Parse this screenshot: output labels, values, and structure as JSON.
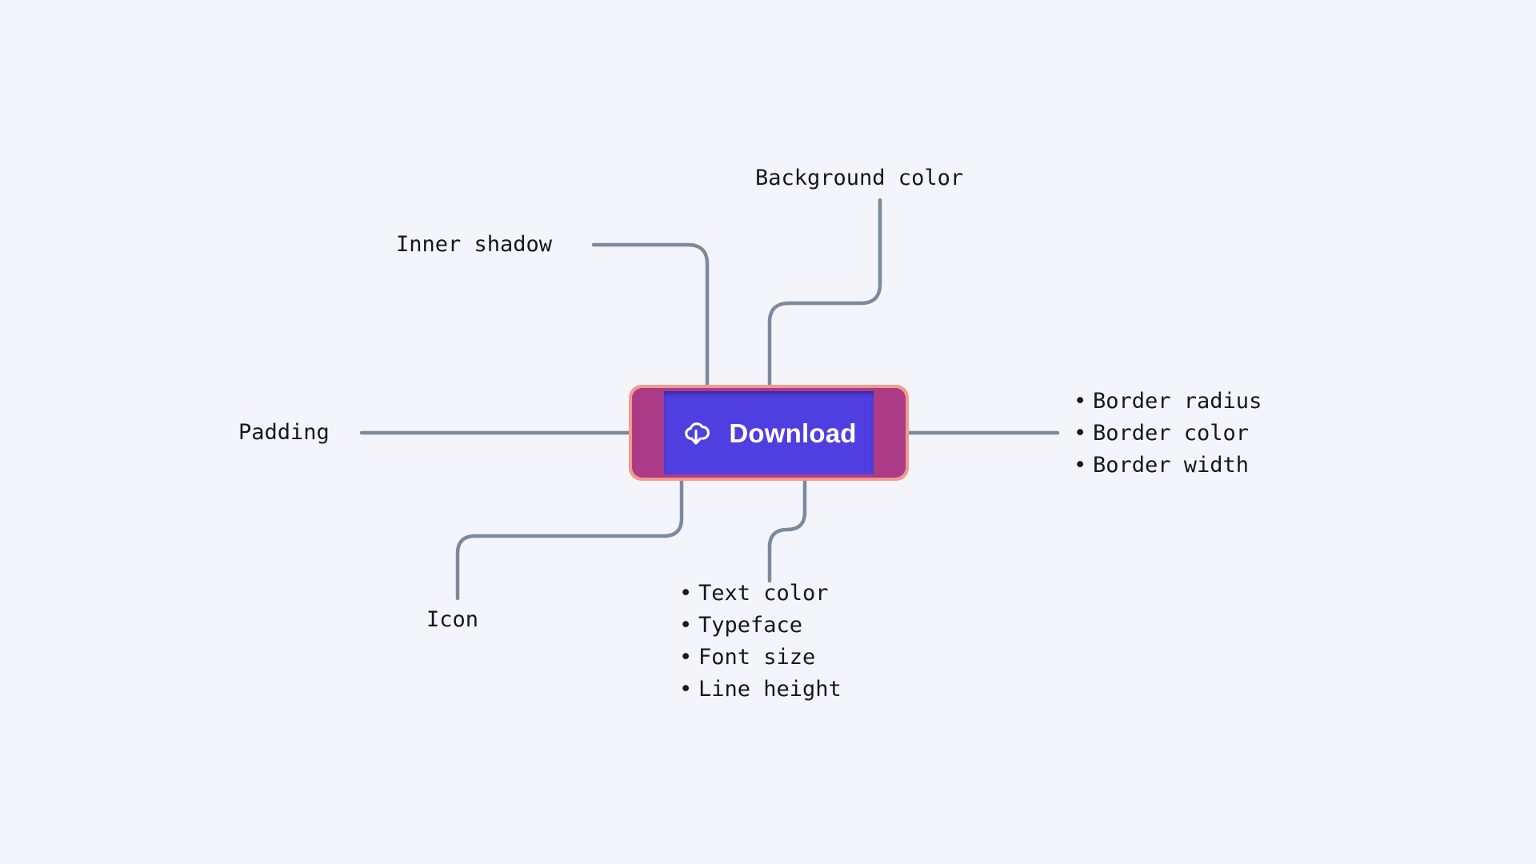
{
  "page": {
    "background_color": "#f4f5fa",
    "connector_color": "#7b8a9c",
    "label_color": "#111827"
  },
  "button": {
    "label": "Download",
    "icon": "cloud-download-icon",
    "background_color": "#4f3fe0",
    "text_color": "#ffffff",
    "padding_overlay_color": "#ab3b86",
    "border_overlay_color": "#f4998d",
    "border_radius": "16px"
  },
  "annotations": {
    "inner_shadow": "Inner shadow",
    "background_color": "Background color",
    "padding": "Padding",
    "icon": "Icon",
    "border_group": [
      "Border radius",
      "Border color",
      "Border width"
    ],
    "text_group": [
      "Text color",
      "Typeface",
      "Font size",
      "Line height"
    ]
  }
}
